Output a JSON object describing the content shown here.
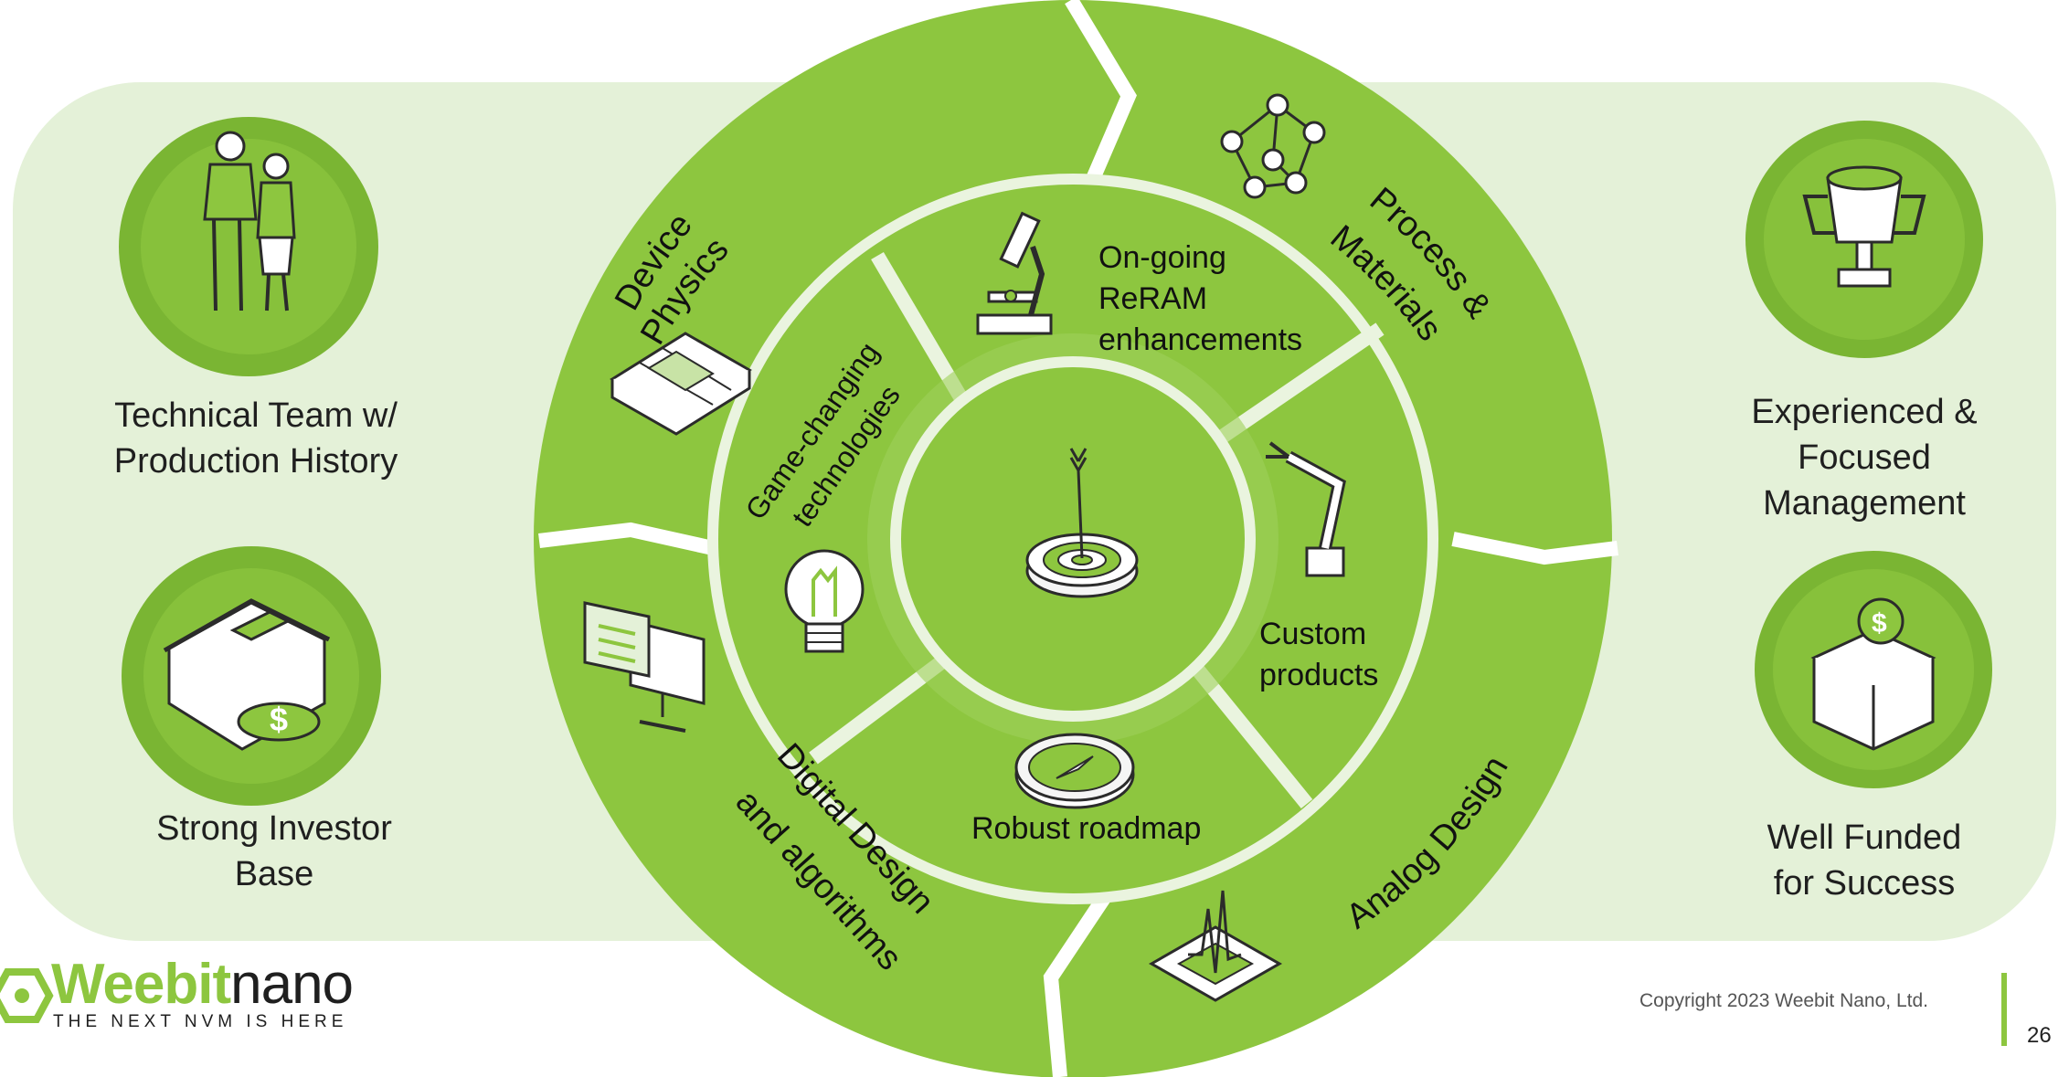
{
  "colors": {
    "panel": "#e4f1d8",
    "ring": "#8dc63f",
    "ring_dark": "#7ab533",
    "separator": "#eaf4df",
    "icon_dark": "#2b2b2b"
  },
  "left_panel": {
    "top_label": "Technical Team w/\nProduction History",
    "top_icon": "team-people-icon",
    "bottom_label": "Strong Investor\nBase",
    "bottom_icon": "house-money-icon"
  },
  "right_panel": {
    "top_label": "Experienced &\nFocused\nManagement",
    "top_icon": "trophy-icon",
    "bottom_label": "Well Funded\nfor Success",
    "bottom_icon": "money-box-icon"
  },
  "outer_ring": {
    "device_physics": [
      "Device",
      "Physics"
    ],
    "process_materials": [
      "Process &",
      "Materials"
    ],
    "analog_design": "Analog Design",
    "digital_design": [
      "Digital Design",
      "and algorithms"
    ]
  },
  "inner_ring": {
    "reram": [
      "On-going",
      "ReRAM",
      "enhancements"
    ],
    "custom": [
      "Custom",
      "products"
    ],
    "roadmap": "Robust roadmap",
    "game_changing": [
      "Game-changing",
      "technologies"
    ]
  },
  "center": {
    "icon": "target-arrow-icon"
  },
  "logo": {
    "brand_green": "Weebit",
    "brand_dark": "nano",
    "tagline": "THE NEXT NVM IS HERE"
  },
  "footer": {
    "copyright": "Copyright 2023 Weebit Nano, Ltd.",
    "page_number": "26"
  }
}
